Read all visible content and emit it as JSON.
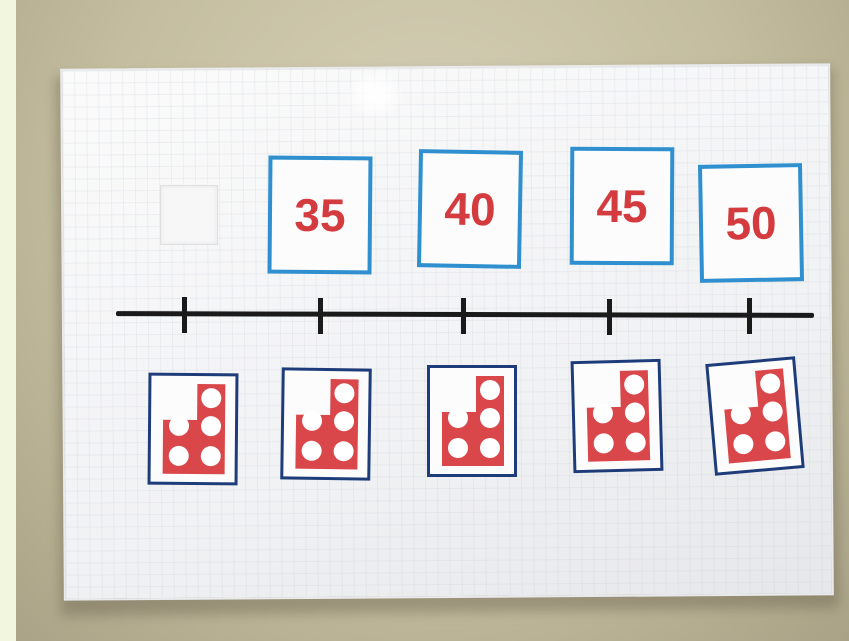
{
  "number_cards": [
    "35",
    "40",
    "45",
    "50"
  ],
  "colors": {
    "number_text": "#d33b3f",
    "number_card_border": "#2f8fcf",
    "dot_card_border": "#1f3c7a",
    "dot_shape": "#d9474b",
    "line": "#1a1a1a"
  },
  "dot_cards": [
    {
      "dots": 5
    },
    {
      "dots": 5
    },
    {
      "dots": 5
    },
    {
      "dots": 5
    },
    {
      "dots": 5
    }
  ],
  "number_line": {
    "ticks": 5
  }
}
